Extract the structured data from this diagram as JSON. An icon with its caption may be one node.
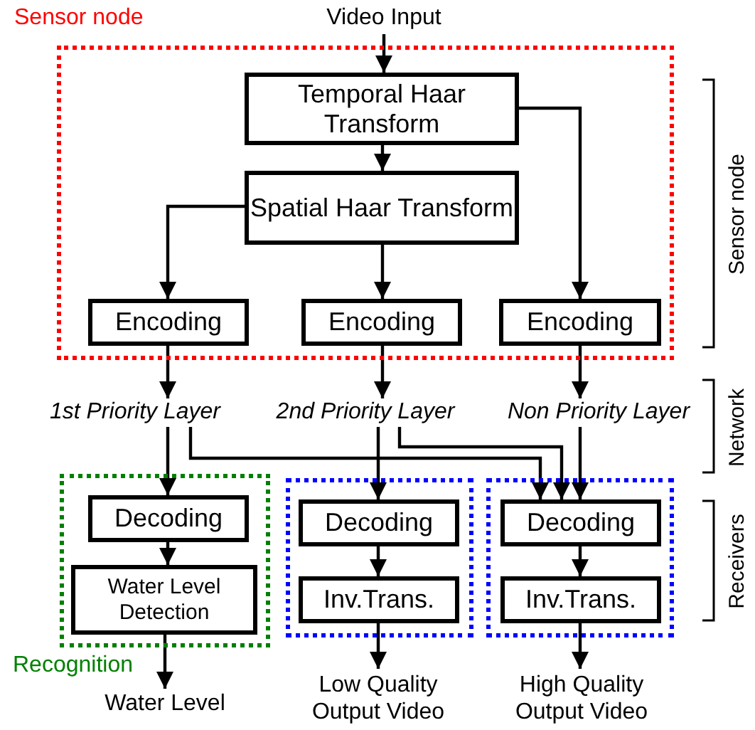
{
  "diagram": {
    "nodes": [
      {
        "text": [
          "Video Input"
        ]
      },
      {
        "text": [
          "Sensor node"
        ]
      },
      {
        "text": [
          "Temporal Haar Transform"
        ],
        "in": 1
      },
      {
        "text": [
          "Spatial Haar Transform"
        ],
        "in": 1
      },
      {
        "text": [
          "Encoding"
        ],
        "in": 1
      },
      {
        "text": [
          "Encoding"
        ],
        "in": 1
      },
      {
        "text": [
          "Encoding"
        ],
        "in": 1
      },
      {
        "text": [
          "1st Priority Layer"
        ]
      },
      {
        "text": [
          "2nd Priority Layer"
        ]
      },
      {
        "text": [
          "Non Priority Layer"
        ]
      },
      {
        "text": [
          "Recognition"
        ]
      },
      {
        "text": [
          "Decoding"
        ],
        "in": 10
      },
      {
        "text": [
          "Water Level Detection"
        ],
        "in": 10
      },
      {
        "text": [],
        "shape": "box"
      },
      {
        "text": [
          "Decoding"
        ],
        "in": 13
      },
      {
        "text": [
          "Inv.Trans."
        ],
        "in": 13
      },
      {
        "text": [],
        "shape": "box"
      },
      {
        "text": [
          "Decoding"
        ],
        "in": 16
      },
      {
        "text": [
          "Inv.Trans."
        ],
        "in": 16
      },
      {
        "text": [
          "Water Level"
        ]
      },
      {
        "text": [
          "Low Quality Output Video"
        ]
      },
      {
        "text": [
          "High Quality Output Video"
        ]
      }
    ],
    "edges": [
      {
        "from": 0,
        "to": 2,
        "arrow": "to"
      },
      {
        "from": 2,
        "to": 3,
        "arrow": "to"
      },
      {
        "from": 2,
        "to": 6,
        "arrow": "to"
      },
      {
        "from": 3,
        "to": 4,
        "arrow": "to"
      },
      {
        "from": 3,
        "to": 5,
        "arrow": "to"
      },
      {
        "from": 4,
        "to": 7,
        "arrow": "to"
      },
      {
        "from": 5,
        "to": 8,
        "arrow": "to"
      },
      {
        "from": 6,
        "to": 9,
        "arrow": "to"
      },
      {
        "from": 7,
        "to": 11,
        "arrow": "to"
      },
      {
        "from": 7,
        "to": 17,
        "arrow": "to"
      },
      {
        "from": 8,
        "to": 14,
        "arrow": "to"
      },
      {
        "from": 8,
        "to": 17,
        "arrow": "to"
      },
      {
        "from": 9,
        "to": 17,
        "arrow": "to"
      },
      {
        "from": 11,
        "to": 12,
        "arrow": "to"
      },
      {
        "from": 12,
        "to": 19,
        "arrow": "to"
      },
      {
        "from": 14,
        "to": 15,
        "arrow": "to"
      },
      {
        "from": 15,
        "to": 20,
        "arrow": "to"
      },
      {
        "from": 17,
        "to": 18,
        "arrow": "to"
      },
      {
        "from": 18,
        "to": 21,
        "arrow": "to"
      }
    ],
    "labels": [
      "Sensor node",
      "Network",
      "Receivers"
    ]
  }
}
